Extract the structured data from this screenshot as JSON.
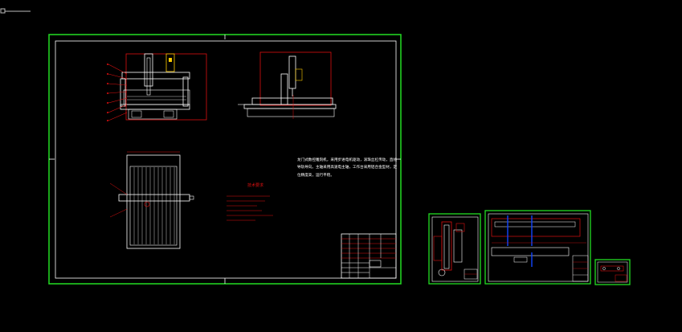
{
  "app": {
    "view": "CAD model space - drawing sheets"
  },
  "colors": {
    "background": "#000000",
    "border": "#22dd22",
    "geometry": "#ffffff",
    "dimension": "#dd1111",
    "hidden": "#1144ff",
    "accent": "#ffcc00"
  },
  "sheets": [
    {
      "name": "main-assembly-sheet"
    },
    {
      "name": "detail-sheet-a"
    },
    {
      "name": "detail-sheet-b"
    },
    {
      "name": "detail-sheet-c"
    }
  ],
  "notes": {
    "heading": "技术要求",
    "body": "龙门式数控雕刻机，采用步进电机驱动，滚珠丝杠传动，直线导轨导向。主轴采用高速电主轴，工作台采用铝合金型材，定位精度高，运行平稳。"
  },
  "icons": {
    "ucs": "ucs-icon"
  }
}
